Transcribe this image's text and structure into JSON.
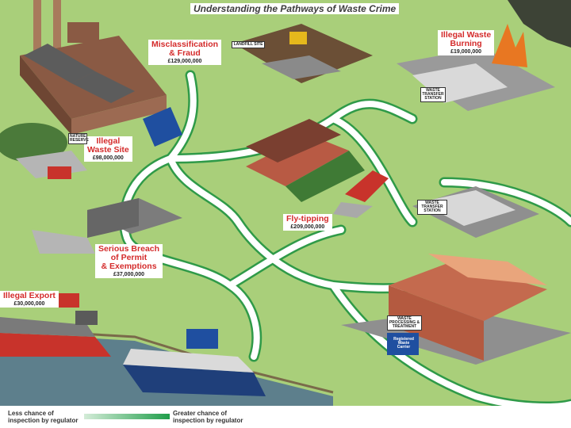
{
  "title": "Understanding the Pathways of Waste Crime",
  "labels": {
    "misclassification": {
      "line1": "Misclassification",
      "line2": "& Fraud",
      "value": "£129,000,000"
    },
    "illegal_burning": {
      "line1": "Illegal Waste",
      "line2": "Burning",
      "value": "£19,000,000"
    },
    "illegal_site": {
      "line1": "Illegal",
      "line2": "Waste Site",
      "value": "£98,000,000"
    },
    "fly_tipping": {
      "line1": "Fly-tipping",
      "value": "£209,000,000"
    },
    "permit_breach": {
      "line1": "Serious Breach",
      "line2": "of Permit",
      "line3": "& Exemptions",
      "value": "£37,000,000"
    },
    "illegal_export": {
      "line1": "Illegal Export",
      "value": "£30,000,000"
    }
  },
  "signs": {
    "landfill": "LANDFILL SITE",
    "nature_reserve": "NATURE RESERVE",
    "waste_transfer_1": "WASTE TRANSFER STATION",
    "waste_transfer_2": "WASTE TRANSFER STATION",
    "waste_processing": "WASTE PROCESSING & TREATMENT",
    "registered_carrier": "Registered Waste Carrier"
  },
  "legend": {
    "low_text": "Less chance of inspection by regulator",
    "high_text": "Greater chance of inspection by regulator",
    "low_color": "#d4ecd8",
    "high_color": "#1f9e4a"
  },
  "colors": {
    "grass": "#a9cf7a",
    "path_green": "#1f9e4a",
    "water": "#5d7f8c",
    "label_red": "#d42b2b",
    "brick": "#c46a4e"
  }
}
